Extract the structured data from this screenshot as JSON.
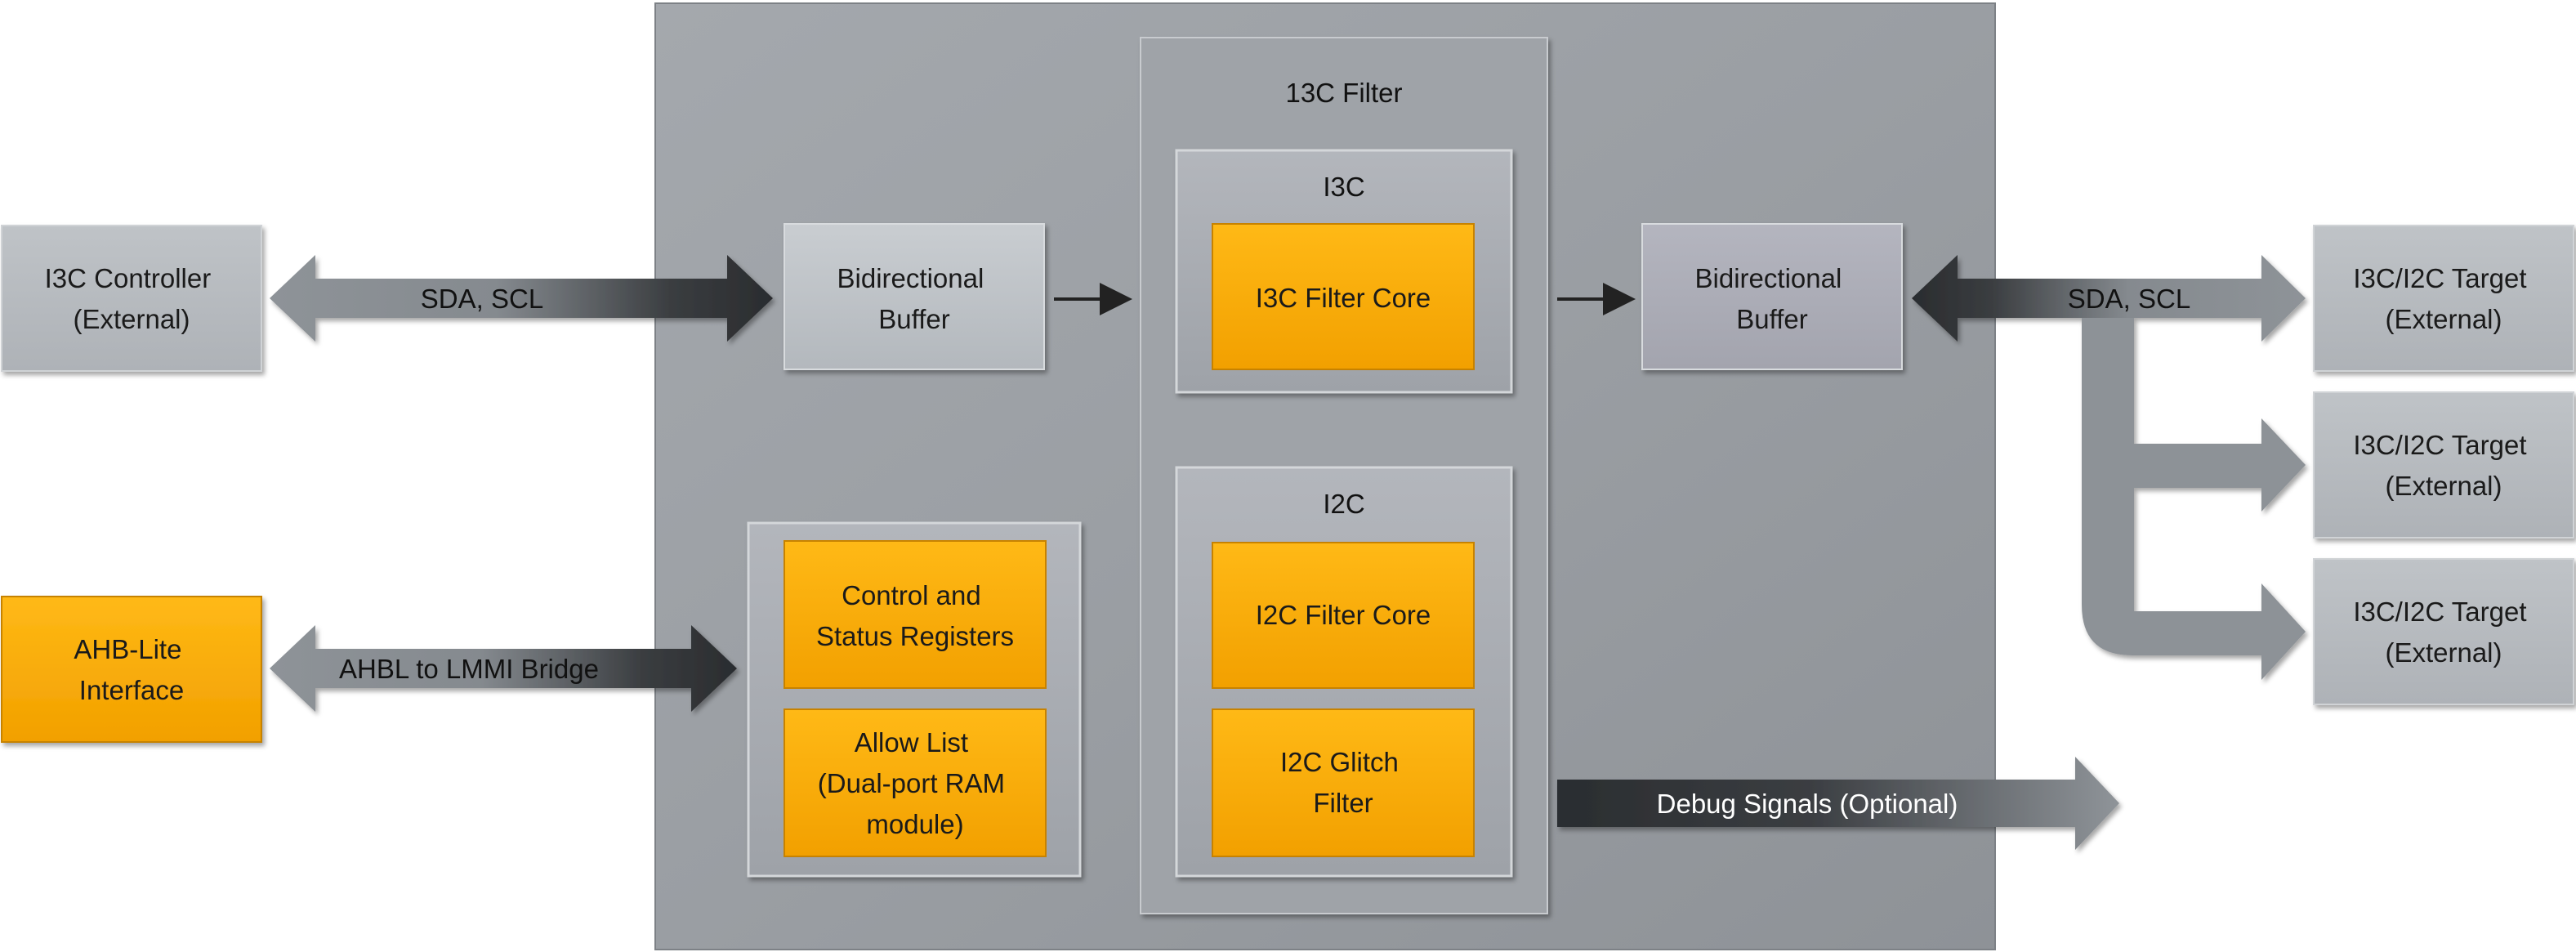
{
  "main_block": {
    "filter_title": "13C Filter",
    "i3c_group_title": "I3C",
    "i2c_group_title": "I2C",
    "i3c_filter_core": [
      "I3C Filter Core"
    ],
    "i2c_filter_core": [
      "I2C Filter Core"
    ],
    "i2c_glitch_filter": [
      "I2C Glitch",
      "Filter"
    ],
    "control_status_registers": [
      "Control and",
      "Status Registers"
    ],
    "allow_list": [
      "Allow List",
      "(Dual-port RAM",
      "module)"
    ],
    "left_buffer": [
      "Bidirectional",
      "Buffer"
    ],
    "right_buffer": [
      "Bidirectional",
      "Buffer"
    ]
  },
  "external": {
    "controller": [
      "I3C Controller",
      "(External)"
    ],
    "ahb_lite": [
      "AHB-Lite",
      "Interface"
    ],
    "targets": [
      [
        "I3C/I2C Target",
        "(External)"
      ],
      [
        "I3C/I2C Target",
        "(External)"
      ],
      [
        "I3C/I2C Target",
        "(External)"
      ]
    ]
  },
  "arrows": {
    "left_bus": "SDA, SCL",
    "right_bus": "SDA, SCL",
    "ahbl_bridge": "AHBL to LMMI Bridge",
    "debug": "Debug Signals (Optional)"
  },
  "colors": {
    "orange": "#f5a300",
    "orange_light": "#ffba1a",
    "gray_box": "#bcc1c6",
    "gray_box_dark": "#a9abb5",
    "panel": "#9ca0a5",
    "arrow_gray": "#8d9297",
    "arrow_dark": "#2d3033"
  }
}
